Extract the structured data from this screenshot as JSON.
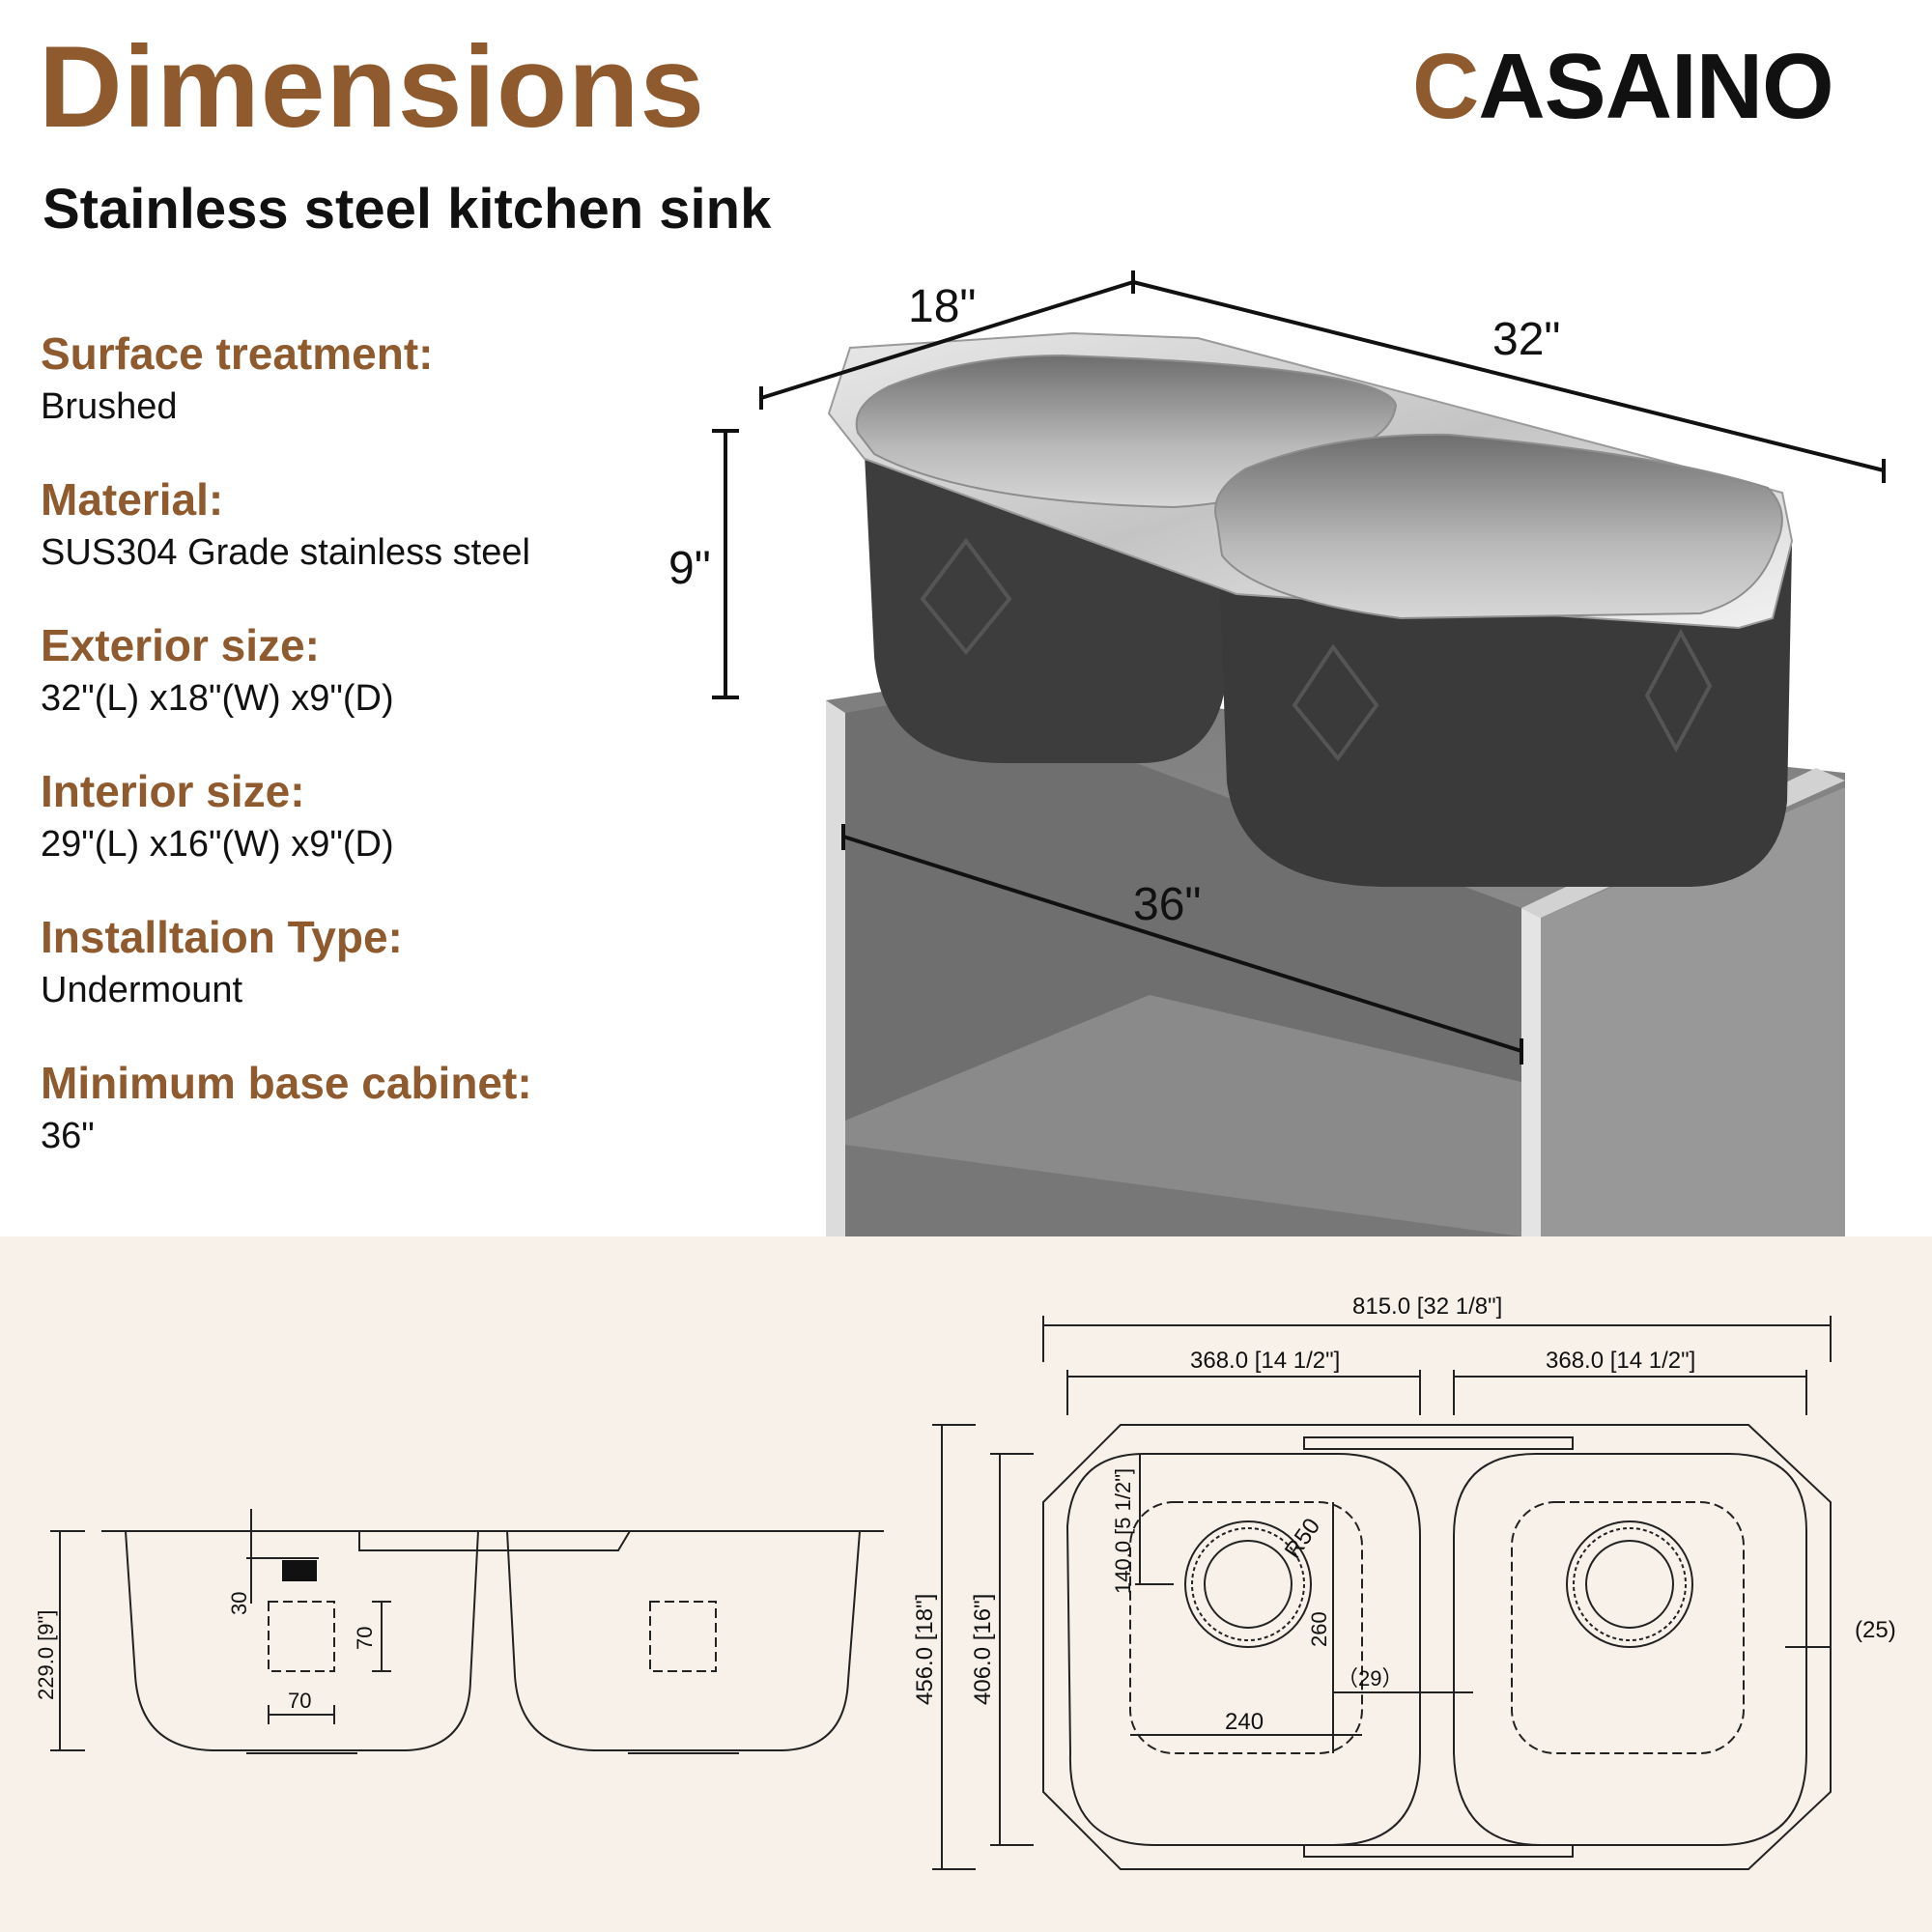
{
  "header": {
    "title": "Dimensions",
    "subtitle": "Stainless steel kitchen sink",
    "brand": "CASAINO",
    "brand_color": "#8e5a2e"
  },
  "specs": [
    {
      "label": "Surface treatment:",
      "value": "Brushed"
    },
    {
      "label": "Material:",
      "value": "SUS304 Grade stainless steel"
    },
    {
      "label": "Exterior size:",
      "value": "32\"(L) x18\"(W) x9\"(D)"
    },
    {
      "label": "Interior size:",
      "value": "29\"(L) x16\"(W) x9\"(D)"
    },
    {
      "label": "Installtaion Type:",
      "value": "Undermount"
    },
    {
      "label": "Minimum base cabinet:",
      "value": "36\""
    }
  ],
  "render_dims": {
    "width": "18\"",
    "length": "32\"",
    "depth": "9\"",
    "cabinet": "36\""
  },
  "side_view": {
    "height": "229.0 [9\"]",
    "top_offset": "30",
    "box_h": "70",
    "box_w": "70"
  },
  "top_view": {
    "overall_length": "815.0 [32 1/8\"]",
    "bowl_left": "368.0 [14 1/2\"]",
    "bowl_right": "368.0 [14 1/2\"]",
    "overall_width": "456.0 [18\"]",
    "inner_width": "406.0 [16\"]",
    "drain_offset": "140.0 [5 1/2\"]",
    "radius": "R50",
    "bowl_depth_line": "260",
    "divider": "（29）",
    "bowl_inner_width": "240",
    "rim": "(25)"
  }
}
